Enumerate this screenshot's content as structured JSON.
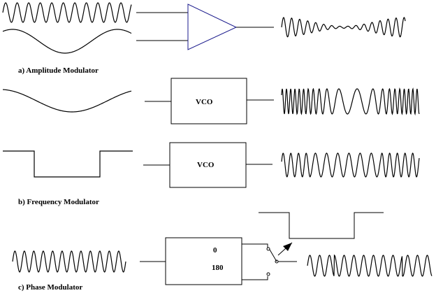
{
  "sections": {
    "amplitude": {
      "caption": "a) Amplitude Modulator"
    },
    "frequency": {
      "caption": "b) Frequency Modulator",
      "vco_top": "VCO",
      "vco_bottom": "VCO"
    },
    "phase": {
      "caption": "c) Phase Modulator",
      "phase_0": "0",
      "phase_180": "180"
    }
  }
}
